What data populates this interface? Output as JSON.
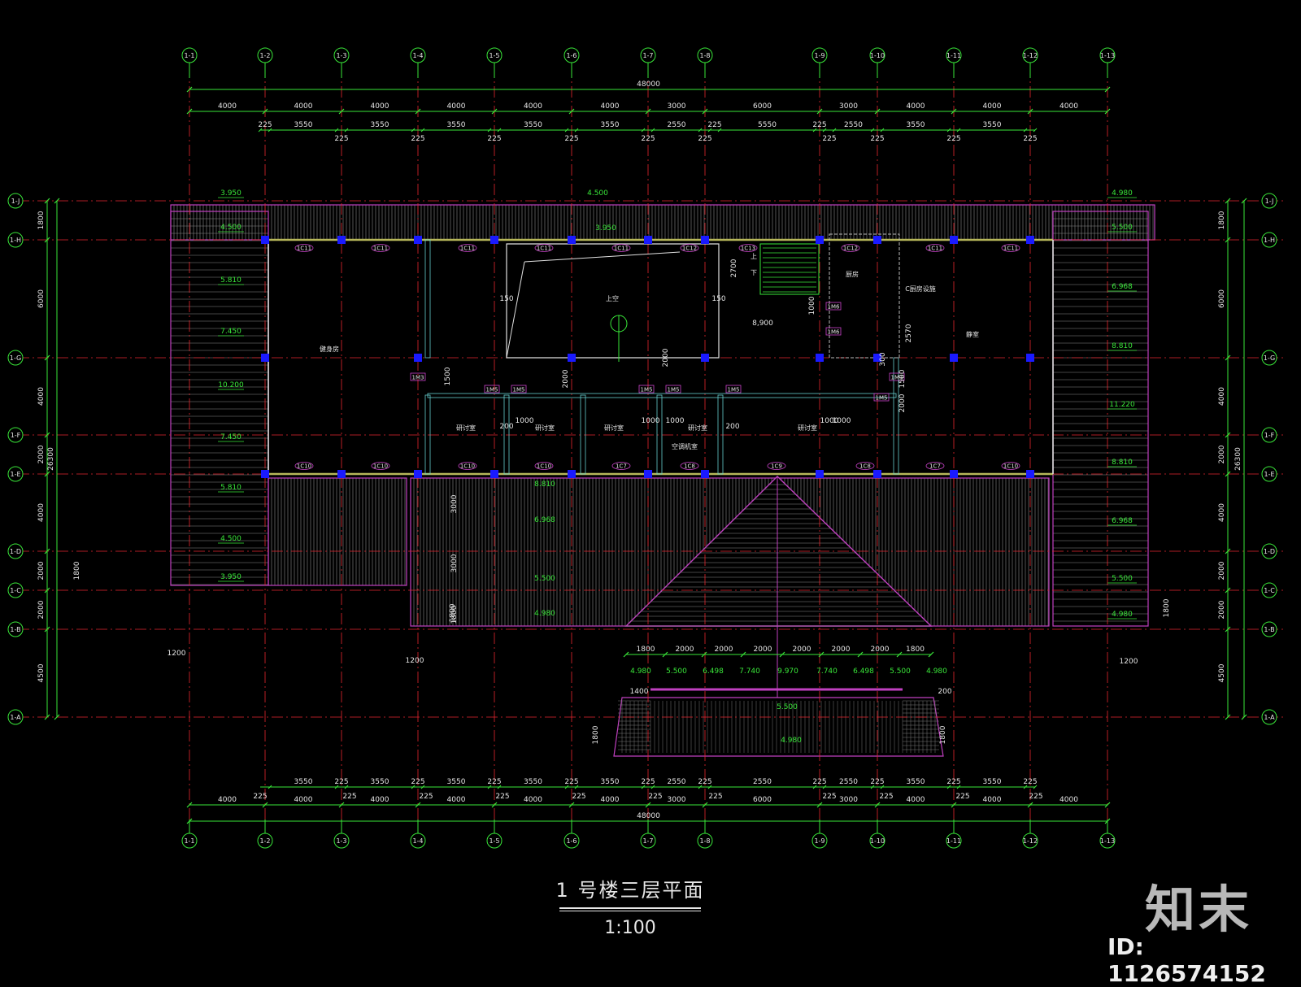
{
  "colors": {
    "background": "#000000",
    "grid_line": "#e6262f",
    "dimension_line": "#39e639",
    "wall": "#e0e0e0",
    "roof": "#c040c0",
    "column": "#1a1aff",
    "partition": "#66cccc",
    "text": "#e6e6e6",
    "elevation": "#39e639"
  },
  "grid_axes": {
    "columns": [
      "1-1",
      "1-2",
      "1-3",
      "1-4",
      "1-5",
      "1-6",
      "1-7",
      "1-8",
      "1-9",
      "1-10",
      "1-11",
      "1-12",
      "1-13"
    ],
    "rows": [
      "1-J",
      "1-H",
      "1-G",
      "1-F",
      "1-E",
      "1-D",
      "1-C",
      "1-B",
      "1-A"
    ]
  },
  "dimensions": {
    "overall_width": "48000",
    "overall_depth": "26300",
    "bay_spacing": [
      "4000",
      "4000",
      "4000",
      "4000",
      "4000",
      "4000",
      "3000",
      "6000",
      "3000",
      "4000",
      "4000",
      "4000"
    ],
    "top_detail": [
      "225",
      "3550",
      "225",
      "3550",
      "225",
      "3550",
      "225",
      "3550",
      "225",
      "3550",
      "225",
      "2550",
      "225",
      "225",
      "5550",
      "225",
      "225",
      "2550",
      "225",
      "3550",
      "225",
      "3550",
      "225"
    ],
    "bottom_detail": [
      "3550",
      "225",
      "3550",
      "225",
      "3550",
      "225",
      "3550",
      "225",
      "3550",
      "225",
      "2550",
      "225",
      "2550",
      "225",
      "2550",
      "225",
      "3550",
      "225",
      "3550",
      "225"
    ],
    "bottom_sub": [
      "225",
      "225",
      "225",
      "225",
      "225",
      "225",
      "225",
      "225",
      "225",
      "225",
      "225"
    ],
    "row_spacing_left": [
      "1800",
      "6000",
      "4000",
      "2000",
      "4000",
      "2000",
      "2000",
      "4500"
    ],
    "row_spacing_right": [
      "1800",
      "6000",
      "4000",
      "2000",
      "4000",
      "2000",
      "2000",
      "4500"
    ],
    "roof_segments": [
      "1800",
      "2000",
      "2000",
      "2000",
      "2000",
      "2000",
      "2000",
      "1800"
    ],
    "misc": [
      "1200",
      "1200",
      "1200",
      "1800",
      "1800",
      "1800",
      "1800",
      "2700",
      "1500",
      "1000",
      "1000",
      "1000",
      "1000",
      "1000",
      "200",
      "200",
      "2000",
      "2000",
      "1000",
      "2570",
      "300",
      "1500",
      "1800",
      "1400",
      "200",
      "3000",
      "3000",
      "1800",
      "150",
      "150",
      "8,900",
      "2000"
    ]
  },
  "elevations": {
    "left": [
      "3.950",
      "4.500",
      "5.810",
      "7.450",
      "10.200",
      "7.450",
      "5.810",
      "4.500",
      "3.950"
    ],
    "right": [
      "4.980",
      "5.500",
      "6.968",
      "8.810",
      "11.220",
      "8.810",
      "6.968",
      "5.500",
      "4.980"
    ],
    "center": [
      "4.500",
      "3.950",
      "8.810",
      "6.968",
      "5.500",
      "4.980"
    ],
    "front_roof": [
      "4.980",
      "5.500",
      "6.498",
      "7.740",
      "9.970",
      "7.740",
      "6.498",
      "5.500",
      "4.980",
      "5.500",
      "4.980"
    ]
  },
  "window_tags": {
    "top": [
      "1C11",
      "1C11",
      "1C11",
      "1C11",
      "1C11",
      "1C12",
      "1C13",
      "1C12",
      "1C11",
      "1C11"
    ],
    "bottom": [
      "1C10",
      "1C10",
      "1C10",
      "1C10",
      "1C7",
      "1C8",
      "1C9",
      "1C8",
      "1C7",
      "1C10"
    ],
    "doors": [
      "1M3",
      "1M5",
      "1M5",
      "1M5",
      "1M5",
      "1M5",
      "1M3",
      "1M5",
      "1M6",
      "1M6"
    ]
  },
  "rooms": {
    "gym": "健身房",
    "void": "上空",
    "kitchen": "厨房",
    "storage": "C厨房设施",
    "office": "静室",
    "seminar": "研讨室",
    "ac_room": "空调机室",
    "stair_up": "上",
    "stair_down": "下"
  },
  "title": {
    "main": "1 号楼三层平面",
    "scale": "1:100"
  },
  "watermark": {
    "brand": "知末",
    "id": "ID: 1126574152"
  }
}
